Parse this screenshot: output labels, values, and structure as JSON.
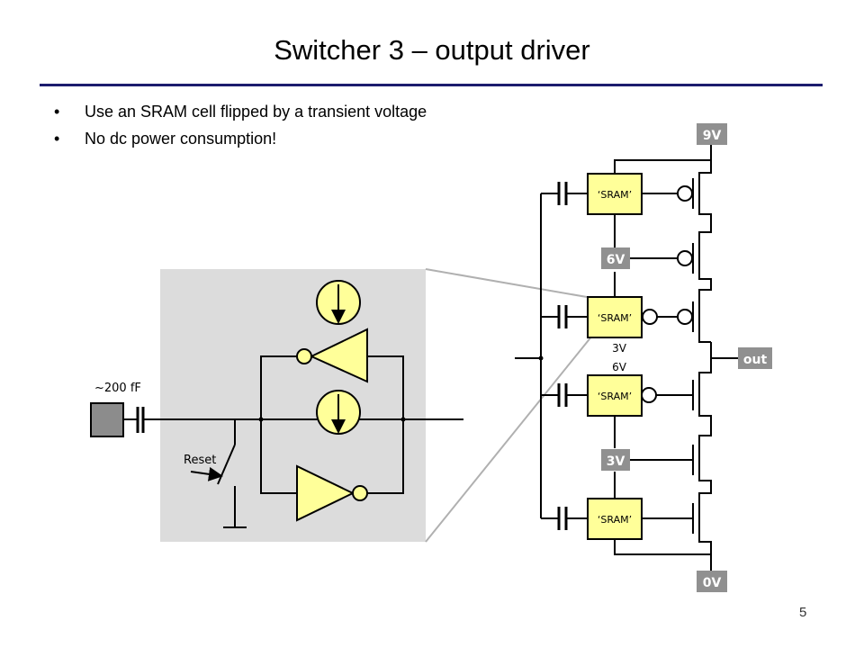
{
  "slide": {
    "title": "Switcher 3 – output driver",
    "bullets": [
      "Use an SRAM cell flipped by a transient voltage",
      "No dc power consumption!"
    ],
    "page_number": "5"
  },
  "circuit": {
    "capacitance_label": "~200 fF",
    "reset_label": "Reset",
    "sram_labels": [
      "‘SRAM’",
      "‘SRAM’",
      "‘SRAM’",
      "‘SRAM’"
    ],
    "rails": {
      "top": "9V",
      "mid_upper": "6V",
      "mid_lower": "3V",
      "bottom": "0V",
      "output": "out"
    },
    "gap_labels": [
      "3V",
      "6V"
    ]
  }
}
